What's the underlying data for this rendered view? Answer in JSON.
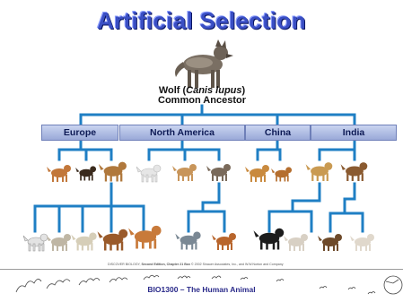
{
  "slide": {
    "title": "Artificial Selection",
    "ancestor_line1_prefix": "Wolf (",
    "ancestor_line1_italic": "Canis lupus",
    "ancestor_line1_suffix": ")",
    "ancestor_line2": "Common Ancestor",
    "regions": [
      "Europe",
      "North America",
      "China",
      "India"
    ],
    "credit_prefix": "DISCOVER BIOLOGY, ",
    "credit_bold": "Second Edition, Chapter 21 Box",
    "credit_suffix": "  © 2002 Sinauer Associates, Inc., and W.W.Norton and Company",
    "footer": "BIO1300 – The Human Animal"
  },
  "colors": {
    "title": "#3a4fc4",
    "tree_lines": "#1f7fc4",
    "region_box": "#b3c0e6",
    "footer_text": "#2a2a8a"
  }
}
